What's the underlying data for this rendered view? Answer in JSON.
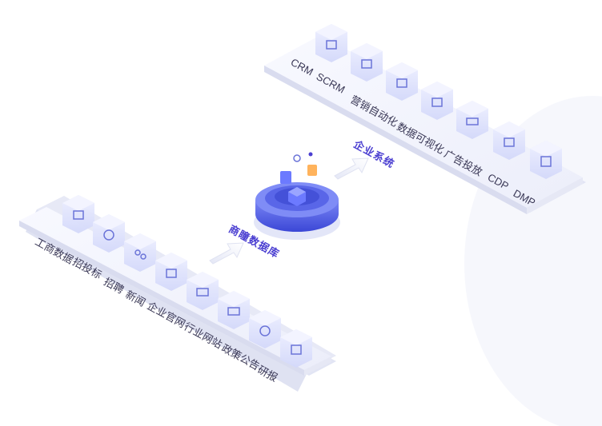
{
  "sources": {
    "items": [
      "工商数据",
      "招投标",
      "招聘",
      "新闻",
      "企业官网",
      "行业网站",
      "政策公告",
      "研报"
    ]
  },
  "center": {
    "label": "商瞳数据库"
  },
  "output": {
    "label": "企业系统"
  },
  "systems": {
    "items": [
      "CRM",
      "SCRM",
      "营销自动化",
      "数据可视化",
      "广告投放",
      "CDP",
      "DMP"
    ]
  },
  "colors": {
    "accent": "#4b3fd1",
    "cube": "#d7dcfb",
    "platform": "#eef0fb",
    "text": "#3a3856"
  }
}
